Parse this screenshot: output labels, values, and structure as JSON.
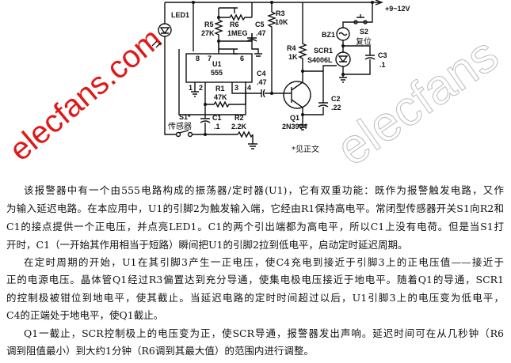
{
  "schematic": {
    "supply": "+9~12V",
    "led": "LED1",
    "r5": [
      "R5",
      "27K"
    ],
    "r6": [
      "R6",
      "1MEG"
    ],
    "c5": [
      "C5",
      ".47"
    ],
    "r3": [
      "R3",
      "10K"
    ],
    "r4": [
      "R4",
      "1K"
    ],
    "u1": [
      "U1",
      "555"
    ],
    "pins": [
      "8",
      "7",
      "6",
      "1",
      "2",
      "3",
      "4"
    ],
    "r1": [
      "R1",
      "47K"
    ],
    "c4": [
      "C4",
      ".47"
    ],
    "q1": [
      "Q1",
      "2N3904"
    ],
    "c2": [
      "C2",
      ".22"
    ],
    "bz1": "BZ1",
    "s2": [
      "S2",
      "复位"
    ],
    "scr1": [
      "SCR1",
      "S4006L"
    ],
    "c3": [
      "C3",
      ".1"
    ],
    "s1": [
      "S1*",
      "传感器"
    ],
    "c1": [
      "C1",
      ".1"
    ],
    "r2": [
      "R2",
      "2.2K"
    ],
    "note": "*见正文"
  },
  "watermark": "elecfans.com",
  "watermark2": "elecfans",
  "text_lines": [
    "该报警器中有一个由555电路构成的振荡器/定时器(U1)，它有双重功能：既作为报警触发电路，又作",
    "为输入延迟电路。在本应用中，U1的引脚2为触发输入端，它经由R1保持高电平。常闭型传感器开关S1向R2和",
    "C1的接点提供一个正电压，并点亮LED1。C1的两个引出端都为高电平，所以C1上没有电荷。但是当S1打",
    "开时，C1（一开始其作用相当于短路）瞬间把U1的引脚2拉到低电平，启动定时延迟周期。",
    "在定时周期的开始，U1在其引脚3产生一正电压，使C4充电到接近于引脚3上的正电压值——接近于",
    "正的电源电压。晶体管Q1经过R3偏置达到充分导通，使集电极电压接近于地电平。随着Q1的导通，SCR1",
    "的控制极被钳位到地电平，使其截止。当延迟电路的定时时间超过以后，U1引脚3上的电压变为低电平，",
    "C4的正端处于地电平，使Q1截止。",
    "Q1一截止，SCR控制极上的电压变为正，使SCR导通，报警器发出声响。延迟时间可在从几秒钟（R6",
    "调到阻值最小）到大约1分钟（R6调到其最大值）的范围内进行调整。"
  ]
}
